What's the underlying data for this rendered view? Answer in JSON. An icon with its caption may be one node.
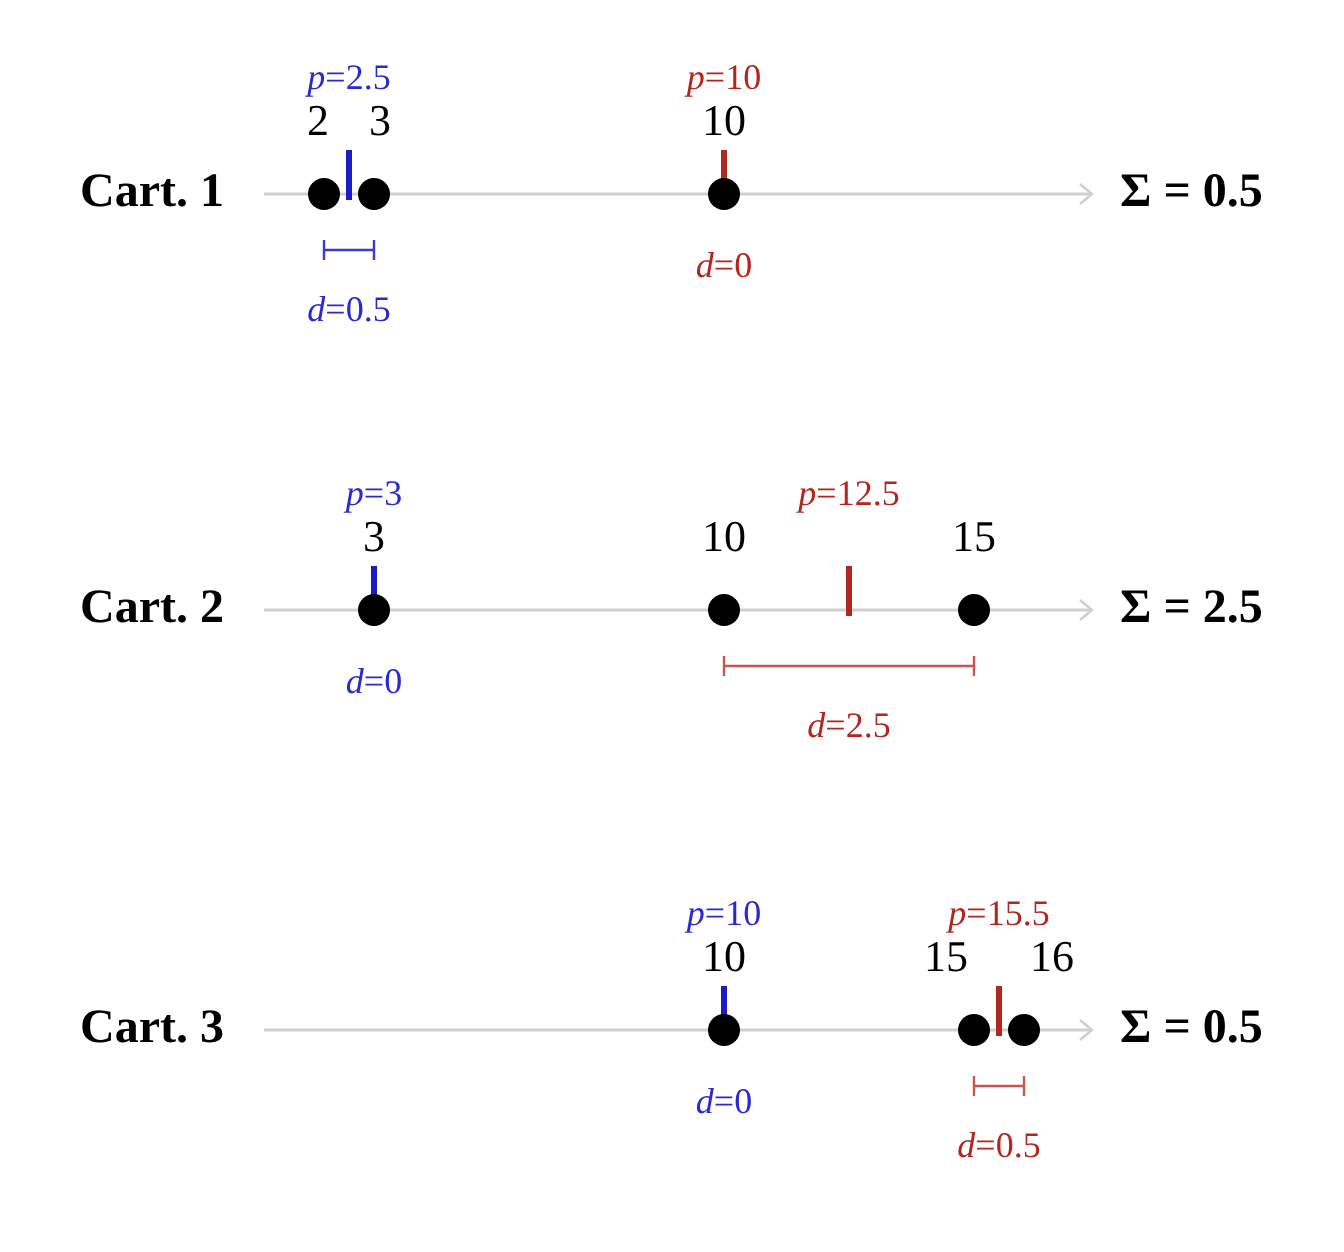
{
  "diagram": {
    "nodes": [
      {
        "text": [],
        "shape": "circle",
        "beside": [
          "2"
        ]
      },
      {
        "text": [],
        "shape": "circle",
        "beside": [
          "3"
        ]
      },
      {
        "text": [],
        "shape": "circle",
        "beside": [
          "10"
        ]
      },
      {
        "text": [],
        "shape": "circle",
        "beside": [
          "3"
        ]
      },
      {
        "text": [],
        "shape": "circle",
        "beside": [
          "10"
        ]
      },
      {
        "text": [],
        "shape": "circle",
        "beside": [
          "15"
        ]
      },
      {
        "text": [],
        "shape": "circle",
        "beside": [
          "10"
        ]
      },
      {
        "text": [],
        "shape": "circle",
        "beside": [
          "15"
        ]
      },
      {
        "text": [],
        "shape": "circle",
        "beside": [
          "16"
        ]
      }
    ],
    "labels": [
      "*p*=2.5",
      "*p*=10",
      "Cart. 1",
      "Σ = 0.5",
      "*d*=0.5",
      "*d*=0",
      "*p*=3",
      "*p*=12.5",
      "Cart. 2",
      "Σ = 2.5",
      "*d*=0",
      "*d*=2.5",
      "*p*=10",
      "*p*=15.5",
      "Cart. 3",
      "Σ = 0.5",
      "*d*=0",
      "*d*=0.5"
    ]
  }
}
